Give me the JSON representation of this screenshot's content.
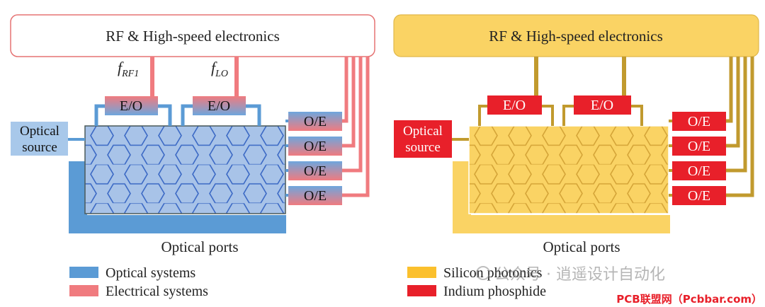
{
  "left_panel": {
    "electronics_label": "RF & High-speed electronics",
    "freq_labels": [
      {
        "main": "f",
        "sub": "RF1"
      },
      {
        "main": "f",
        "sub": "LO"
      }
    ],
    "eo_labels": [
      "E/O",
      "E/O"
    ],
    "oe_labels": [
      "O/E",
      "O/E",
      "O/E",
      "O/E"
    ],
    "optical_source": [
      "Optical",
      "source"
    ],
    "optical_ports": "Optical ports"
  },
  "right_panel": {
    "electronics_label": "RF & High-speed electronics",
    "eo_labels": [
      "E/O",
      "E/O"
    ],
    "oe_labels": [
      "O/E",
      "O/E",
      "O/E",
      "O/E"
    ],
    "optical_source": [
      "Optical",
      "source"
    ],
    "optical_ports": "Optical ports"
  },
  "legend_left": [
    {
      "label": "Optical systems",
      "color": "#5b9bd5"
    },
    {
      "label": "Electrical systems",
      "color": "#f07b7f"
    }
  ],
  "legend_right": [
    {
      "label": "Silicon photonics",
      "color": "#fbc02d"
    },
    {
      "label": "Indium phosphide",
      "color": "#e8202a"
    }
  ],
  "watermark": "公众号 · 逍遥设计自动化",
  "site_label": "PCB联盟网（Pcbbar.com）",
  "colors": {
    "optical": "#5b9bd5",
    "electrical": "#f07b7f",
    "silicon": "#fad364",
    "silicon_wire": "#c19a2e",
    "inp": "#e8202a",
    "hex_blue": "#3a68c4"
  }
}
